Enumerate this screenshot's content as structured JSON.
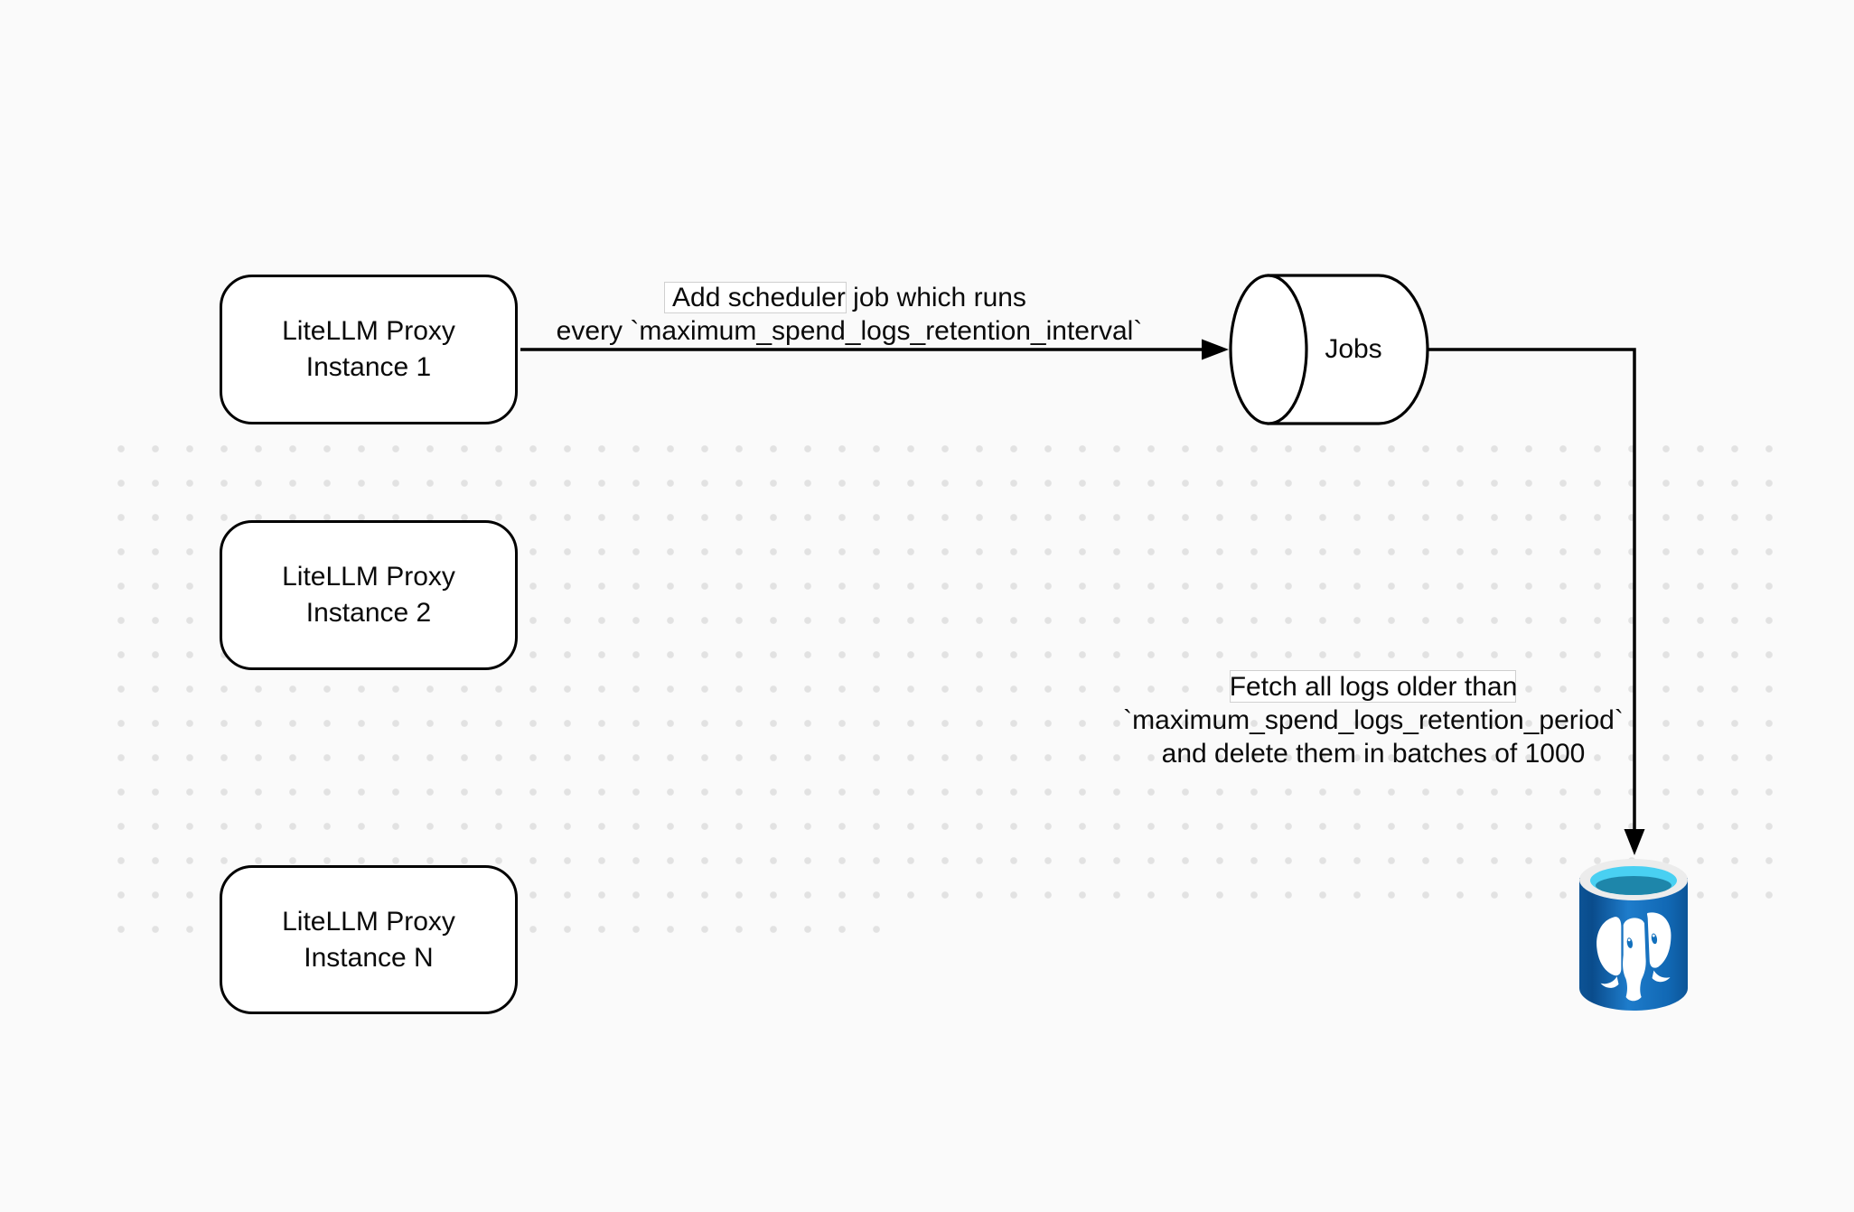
{
  "nodes": {
    "proxies": [
      {
        "line1": "LiteLLM Proxy",
        "line2": "Instance 1"
      },
      {
        "line1": "LiteLLM Proxy",
        "line2": "Instance 2"
      },
      {
        "line1": "LiteLLM Proxy",
        "line2": "Instance N"
      }
    ],
    "jobs": {
      "label": "Jobs"
    },
    "postgres": {
      "icon": "postgresql-database-icon"
    }
  },
  "edges": {
    "scheduler": {
      "line1": "Add scheduler job which runs",
      "line2": "every `maximum_spend_logs_retention_interval`"
    },
    "cleanup": {
      "line1": "Fetch all logs older than",
      "line2": "`maximum_spend_logs_retention_period`",
      "line3": "and delete them in batches of 1000"
    }
  },
  "colors": {
    "background": "#fafafa",
    "grid_dot": "#e2e2e2",
    "stroke": "#000000",
    "node_fill": "#ffffff",
    "postgres_blue": "#1270bd",
    "postgres_blue_dark": "#0c5395",
    "postgres_rim": "#ececec",
    "postgres_cyan": "#49d0f2",
    "postgres_teal": "#1e86aa"
  }
}
